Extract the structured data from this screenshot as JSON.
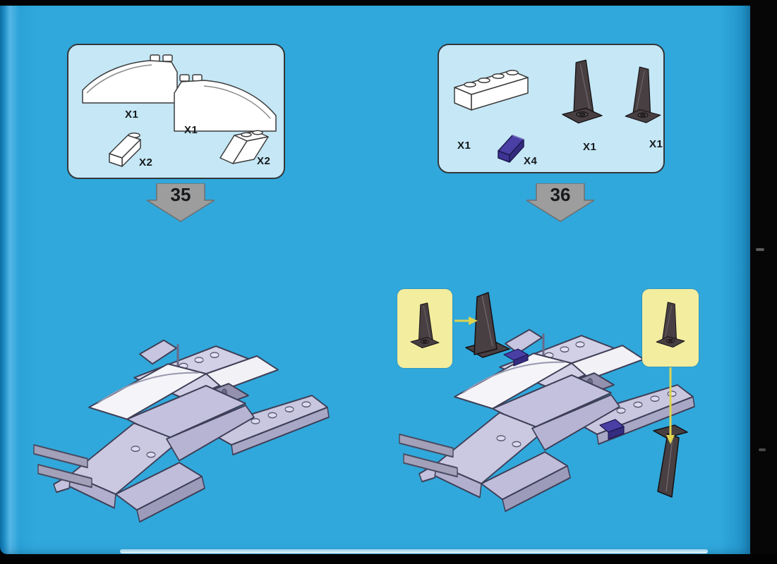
{
  "steps": [
    {
      "number": "35",
      "parts": [
        {
          "name": "white-curved-wedge-left",
          "qty": "X1"
        },
        {
          "name": "white-curved-wedge-right",
          "qty": "X1"
        },
        {
          "name": "white-slope-1x2",
          "qty": "X2"
        },
        {
          "name": "white-slope-2x2",
          "qty": "X2"
        }
      ]
    },
    {
      "number": "36",
      "parts": [
        {
          "name": "white-brick-1x4",
          "qty": "X1"
        },
        {
          "name": "blue-slope-1x2",
          "qty": "X4"
        },
        {
          "name": "dark-tail-fin-a",
          "qty": "X1"
        },
        {
          "name": "dark-tail-fin-b",
          "qty": "X1"
        }
      ]
    }
  ],
  "colors": {
    "page_background": "#2fa7db",
    "panel_background": "#c5e7f6",
    "panel_border": "#33373a",
    "step_arrow_gray": "#9d9d9d",
    "callout_yellow": "#f3eda0",
    "callout_arrow_yellow": "#ddd34f",
    "lego_white": "#ffffff",
    "lego_lavender": "#c9c7e0",
    "lego_blue": "#4a3fa5",
    "lego_dark": "#473f41"
  }
}
